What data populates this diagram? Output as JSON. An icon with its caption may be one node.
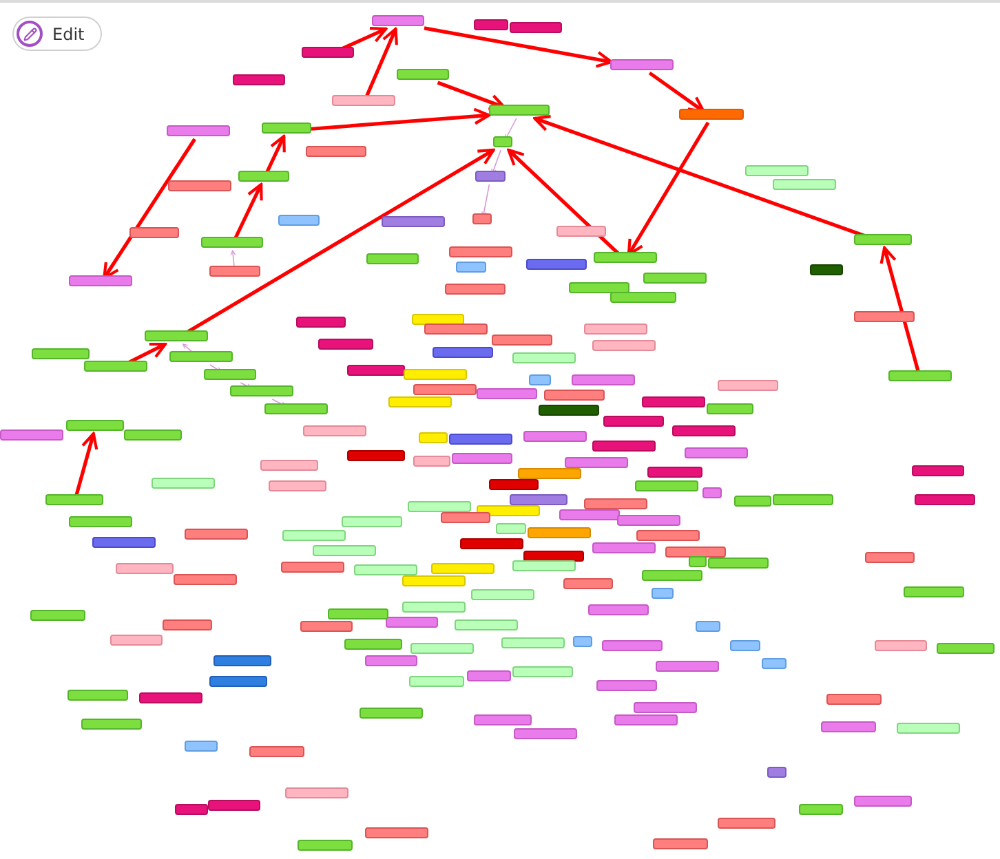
{
  "diagram": {
    "nodes": [
      {
        "text": [],
        "shape": "bar"
      },
      {
        "text": [],
        "shape": "bar"
      },
      {
        "text": [],
        "shape": "bar"
      },
      {
        "text": [],
        "shape": "bar"
      },
      {
        "text": [],
        "shape": "bar"
      },
      {
        "text": [],
        "shape": "bar"
      },
      {
        "text": [],
        "shape": "bar"
      },
      {
        "text": [],
        "shape": "bar"
      },
      {
        "text": [],
        "shape": "bar"
      },
      {
        "text": [],
        "shape": "bar"
      },
      {
        "text": [],
        "shape": "bar"
      },
      {
        "text": [],
        "shape": "bar"
      },
      {
        "text": [],
        "shape": "bar"
      },
      {
        "text": [],
        "shape": "bar"
      },
      {
        "text": [],
        "shape": "bar"
      },
      {
        "text": [],
        "shape": "bar"
      },
      {
        "text": [],
        "shape": "bar"
      },
      {
        "text": [],
        "shape": "bar"
      },
      {
        "text": [],
        "shape": "bar"
      },
      {
        "text": [],
        "shape": "bar"
      },
      {
        "text": [],
        "shape": "bar"
      },
      {
        "text": [],
        "shape": "bar"
      },
      {
        "text": [],
        "shape": "bar"
      },
      {
        "text": [],
        "shape": "bar"
      },
      {
        "text": [],
        "shape": "bar"
      },
      {
        "text": [],
        "shape": "bar"
      },
      {
        "text": [],
        "shape": "bar"
      },
      {
        "text": [],
        "shape": "bar"
      },
      {
        "text": [],
        "shape": "bar"
      },
      {
        "text": [],
        "shape": "bar"
      },
      {
        "text": [],
        "shape": "bar"
      },
      {
        "text": [],
        "shape": "bar"
      },
      {
        "text": [],
        "shape": "bar"
      },
      {
        "text": [],
        "shape": "bar"
      },
      {
        "text": [],
        "shape": "bar"
      },
      {
        "text": [],
        "shape": "bar"
      },
      {
        "text": [],
        "shape": "bar"
      },
      {
        "text": [],
        "shape": "bar"
      },
      {
        "text": [],
        "shape": "bar"
      },
      {
        "text": [],
        "shape": "bar"
      },
      {
        "text": [],
        "shape": "bar"
      },
      {
        "text": [],
        "shape": "bar"
      },
      {
        "text": [],
        "shape": "bar"
      },
      {
        "text": [],
        "shape": "bar"
      },
      {
        "text": [],
        "shape": "bar"
      },
      {
        "text": [],
        "shape": "bar"
      },
      {
        "text": [],
        "shape": "bar"
      },
      {
        "text": [],
        "shape": "bar"
      },
      {
        "text": [],
        "shape": "bar"
      },
      {
        "text": [],
        "shape": "bar"
      },
      {
        "text": [],
        "shape": "bar"
      },
      {
        "text": [],
        "shape": "bar"
      },
      {
        "text": [],
        "shape": "bar"
      },
      {
        "text": [],
        "shape": "bar"
      },
      {
        "text": [],
        "shape": "bar"
      },
      {
        "text": [],
        "shape": "bar"
      },
      {
        "text": [],
        "shape": "bar"
      },
      {
        "text": [],
        "shape": "bar"
      },
      {
        "text": [],
        "shape": "bar"
      },
      {
        "text": [],
        "shape": "bar"
      },
      {
        "text": [],
        "shape": "bar"
      },
      {
        "text": [],
        "shape": "bar"
      },
      {
        "text": [],
        "shape": "bar"
      },
      {
        "text": [],
        "shape": "bar"
      },
      {
        "text": [],
        "shape": "bar"
      },
      {
        "text": [],
        "shape": "bar"
      },
      {
        "text": [],
        "shape": "bar"
      },
      {
        "text": [],
        "shape": "bar"
      },
      {
        "text": [],
        "shape": "bar"
      },
      {
        "text": [],
        "shape": "bar"
      },
      {
        "text": [],
        "shape": "bar"
      },
      {
        "text": [],
        "shape": "bar"
      },
      {
        "text": [],
        "shape": "bar"
      },
      {
        "text": [],
        "shape": "bar"
      },
      {
        "text": [],
        "shape": "bar"
      },
      {
        "text": [],
        "shape": "bar"
      },
      {
        "text": [],
        "shape": "bar"
      },
      {
        "text": [],
        "shape": "bar"
      },
      {
        "text": [],
        "shape": "bar"
      },
      {
        "text": [],
        "shape": "bar"
      },
      {
        "text": [],
        "shape": "bar"
      },
      {
        "text": [],
        "shape": "bar"
      },
      {
        "text": [],
        "shape": "bar"
      },
      {
        "text": [],
        "shape": "bar"
      },
      {
        "text": [],
        "shape": "bar"
      },
      {
        "text": [],
        "shape": "bar"
      },
      {
        "text": [],
        "shape": "bar"
      },
      {
        "text": [],
        "shape": "bar"
      },
      {
        "text": [],
        "shape": "bar"
      },
      {
        "text": [],
        "shape": "bar"
      },
      {
        "text": [],
        "shape": "bar"
      },
      {
        "text": [],
        "shape": "bar"
      },
      {
        "text": [],
        "shape": "bar"
      },
      {
        "text": [],
        "shape": "bar"
      },
      {
        "text": [],
        "shape": "bar"
      },
      {
        "text": [],
        "shape": "bar"
      },
      {
        "text": [],
        "shape": "bar"
      },
      {
        "text": [],
        "shape": "bar"
      },
      {
        "text": [],
        "shape": "bar"
      },
      {
        "text": [],
        "shape": "bar"
      },
      {
        "text": [],
        "shape": "bar"
      },
      {
        "text": [],
        "shape": "bar"
      },
      {
        "text": [],
        "shape": "bar"
      },
      {
        "text": [],
        "shape": "bar"
      },
      {
        "text": [],
        "shape": "bar"
      },
      {
        "text": [],
        "shape": "bar"
      },
      {
        "text": [],
        "shape": "bar"
      },
      {
        "text": [],
        "shape": "bar"
      },
      {
        "text": [],
        "shape": "bar"
      },
      {
        "text": [],
        "shape": "bar"
      },
      {
        "text": [],
        "shape": "bar"
      },
      {
        "text": [],
        "shape": "bar"
      },
      {
        "text": [],
        "shape": "bar"
      },
      {
        "text": [],
        "shape": "bar"
      },
      {
        "text": [],
        "shape": "bar"
      },
      {
        "text": [],
        "shape": "bar"
      },
      {
        "text": [],
        "shape": "bar"
      },
      {
        "text": [],
        "shape": "bar"
      },
      {
        "text": [],
        "shape": "bar"
      },
      {
        "text": [],
        "shape": "bar"
      },
      {
        "text": [],
        "shape": "bar"
      },
      {
        "text": [],
        "shape": "bar"
      },
      {
        "text": [],
        "shape": "bar"
      },
      {
        "text": [],
        "shape": "bar"
      },
      {
        "text": [],
        "shape": "bar"
      },
      {
        "text": [],
        "shape": "bar"
      },
      {
        "text": [],
        "shape": "bar"
      },
      {
        "text": [],
        "shape": "bar"
      },
      {
        "text": [],
        "shape": "bar"
      },
      {
        "text": [],
        "shape": "bar"
      },
      {
        "text": [],
        "shape": "bar"
      },
      {
        "text": [],
        "shape": "bar"
      },
      {
        "text": [],
        "shape": "bar"
      },
      {
        "text": [],
        "shape": "bar"
      },
      {
        "text": [],
        "shape": "bar"
      },
      {
        "text": [],
        "shape": "bar"
      },
      {
        "text": [],
        "shape": "bar"
      },
      {
        "text": [],
        "shape": "bar"
      },
      {
        "text": [],
        "shape": "bar"
      },
      {
        "text": [],
        "shape": "bar"
      },
      {
        "text": [],
        "shape": "bar"
      },
      {
        "text": [],
        "shape": "bar"
      },
      {
        "text": [],
        "shape": "bar"
      },
      {
        "text": [],
        "shape": "bar"
      },
      {
        "text": [],
        "shape": "bar"
      },
      {
        "text": [],
        "shape": "bar"
      },
      {
        "text": [],
        "shape": "bar"
      },
      {
        "text": [],
        "shape": "bar"
      },
      {
        "text": [],
        "shape": "bar"
      },
      {
        "text": [],
        "shape": "bar"
      },
      {
        "text": [],
        "shape": "bar"
      },
      {
        "text": [],
        "shape": "bar"
      },
      {
        "text": [],
        "shape": "bar"
      },
      {
        "text": [],
        "shape": "bar"
      },
      {
        "text": [],
        "shape": "bar"
      },
      {
        "text": [],
        "shape": "bar"
      },
      {
        "text": [],
        "shape": "bar"
      },
      {
        "text": [],
        "shape": "bar"
      },
      {
        "text": [],
        "shape": "bar"
      },
      {
        "text": [],
        "shape": "bar"
      },
      {
        "text": [],
        "shape": "bar"
      },
      {
        "text": [],
        "shape": "bar"
      },
      {
        "text": [],
        "shape": "bar"
      },
      {
        "text": [],
        "shape": "bar"
      },
      {
        "text": [],
        "shape": "bar"
      },
      {
        "text": [],
        "shape": "bar"
      },
      {
        "text": [],
        "shape": "bar"
      },
      {
        "text": [],
        "shape": "bar"
      },
      {
        "text": [],
        "shape": "bar"
      },
      {
        "text": [],
        "shape": "bar"
      },
      {
        "text": [],
        "shape": "bar"
      },
      {
        "text": [],
        "shape": "bar"
      },
      {
        "text": [],
        "shape": "bar"
      },
      {
        "text": [],
        "shape": "bar"
      },
      {
        "text": [],
        "shape": "bar"
      },
      {
        "text": [],
        "shape": "bar"
      },
      {
        "text": [],
        "shape": "bar"
      },
      {
        "text": [],
        "shape": "bar"
      },
      {
        "text": [],
        "shape": "bar"
      },
      {
        "text": [],
        "shape": "bar"
      },
      {
        "text": [],
        "shape": "bar"
      }
    ],
    "edges": [
      {
        "from": 1,
        "to": 0,
        "arrow": "to"
      },
      {
        "from": 2,
        "to": 0,
        "arrow": "to"
      },
      {
        "from": 0,
        "to": 5,
        "arrow": "to"
      },
      {
        "from": 5,
        "to": 6,
        "arrow": "to"
      },
      {
        "from": 6,
        "to": 7,
        "arrow": "to"
      },
      {
        "from": 7,
        "to": 8,
        "arrow": "to"
      },
      {
        "from": 9,
        "to": 4,
        "arrow": "to"
      },
      {
        "from": 10,
        "to": 9,
        "arrow": "to"
      },
      {
        "from": 3,
        "to": 4,
        "arrow": "to"
      },
      {
        "from": 11,
        "to": 4,
        "arrow": "to"
      },
      {
        "from": 12,
        "to": 11,
        "arrow": "to"
      },
      {
        "from": 13,
        "to": 12,
        "arrow": "to"
      },
      {
        "from": 15,
        "to": 16,
        "arrow": "to"
      },
      {
        "from": 17,
        "to": 8,
        "arrow": "to"
      },
      {
        "from": 18,
        "to": 17,
        "arrow": "to"
      },
      {
        "from": 20,
        "to": 19,
        "arrow": "to"
      },
      {
        "from": 14,
        "to": 13,
        "arrow": "to",
        "color": "#d89ad8"
      },
      {
        "from": 22,
        "to": 17,
        "arrow": "to",
        "color": "#d89ad8"
      },
      {
        "from": 22,
        "to": 23,
        "arrow": "to",
        "color": "#d89ad8"
      },
      {
        "from": 23,
        "to": 24,
        "arrow": "to",
        "color": "#d89ad8"
      },
      {
        "from": 24,
        "to": 25,
        "arrow": "to",
        "color": "#d89ad8"
      },
      {
        "from": 4,
        "to": 8,
        "arrow": "to",
        "color": "#d89ad8"
      },
      {
        "from": 8,
        "to": 26,
        "arrow": "to",
        "color": "#d89ad8"
      },
      {
        "from": 26,
        "to": 28,
        "arrow": "to",
        "color": "#d89ad8"
      }
    ],
    "labels": [
      "Edit"
    ]
  }
}
